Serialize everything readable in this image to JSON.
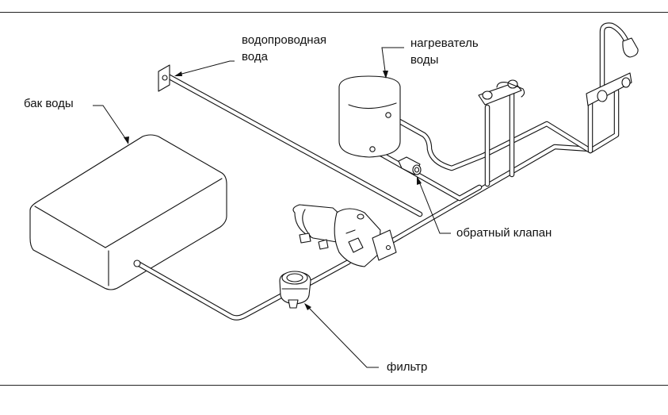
{
  "diagram": {
    "type": "isometric plumbing schematic",
    "labels": {
      "water_tank": "бак воды",
      "mains_water_line1": "водопроводная",
      "mains_water_line2": "вода",
      "water_heater_line1": "нагреватель",
      "water_heater_line2": "воды",
      "check_valve": "обратный клапан",
      "filter": "фильтр"
    },
    "components": [
      "water-tank",
      "filter",
      "pump",
      "mains-water-inlet",
      "water-heater",
      "check-valve",
      "sink-faucet",
      "shower"
    ],
    "colors": {
      "line": "#111111",
      "background": "#ffffff"
    }
  }
}
